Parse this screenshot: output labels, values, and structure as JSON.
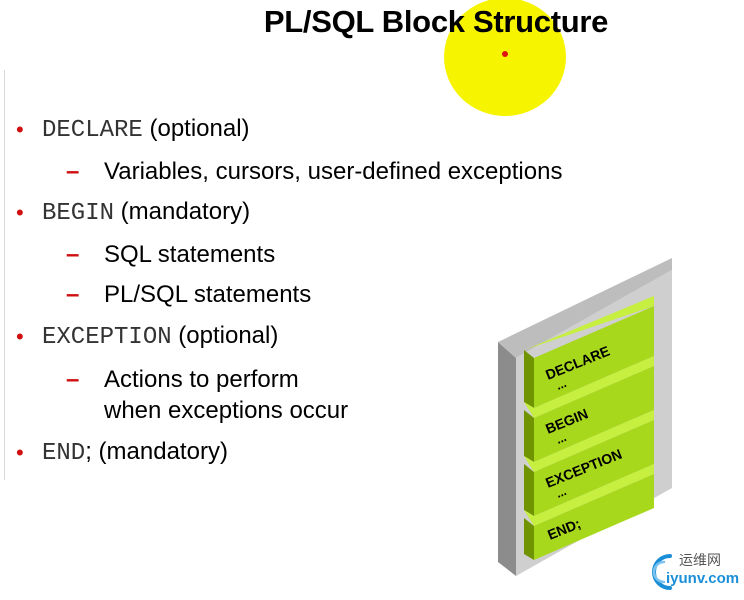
{
  "title": "PL/SQL Block Structure",
  "items": [
    {
      "keyword": "DECLARE",
      "note": " (optional)",
      "subs": [
        "Variables, cursors, user-defined  exceptions"
      ]
    },
    {
      "keyword": "BEGIN",
      "note": " (mandatory)",
      "subs": [
        "SQL statements",
        "PL/SQL statements"
      ]
    },
    {
      "keyword": "EXCEPTION",
      "note": " (optional)",
      "subs": [
        "Actions to perform",
        "when  exceptions  occur"
      ]
    },
    {
      "keyword": "END",
      "note": "; (mandatory)",
      "subs": []
    }
  ],
  "bullet_glyph": "•",
  "dash_glyph": "–",
  "diagram": {
    "blocks": [
      {
        "label": "DECLARE",
        "dots": "..."
      },
      {
        "label": "BEGIN",
        "dots": "..."
      },
      {
        "label": "EXCEPTION",
        "dots": "..."
      },
      {
        "label": "END;",
        "dots": ""
      }
    ]
  },
  "watermark": {
    "cn": "运维网",
    "en": "iyunv.com"
  },
  "colors": {
    "highlight": "#f7f400",
    "bullet": "#d01010",
    "block_green": "#a8d81c",
    "frame_gray": "#c8c8c8",
    "watermark_blue": "#1a8fd8"
  },
  "icons": [
    "bullet-icon",
    "dash-icon",
    "watermark-logo-icon"
  ]
}
